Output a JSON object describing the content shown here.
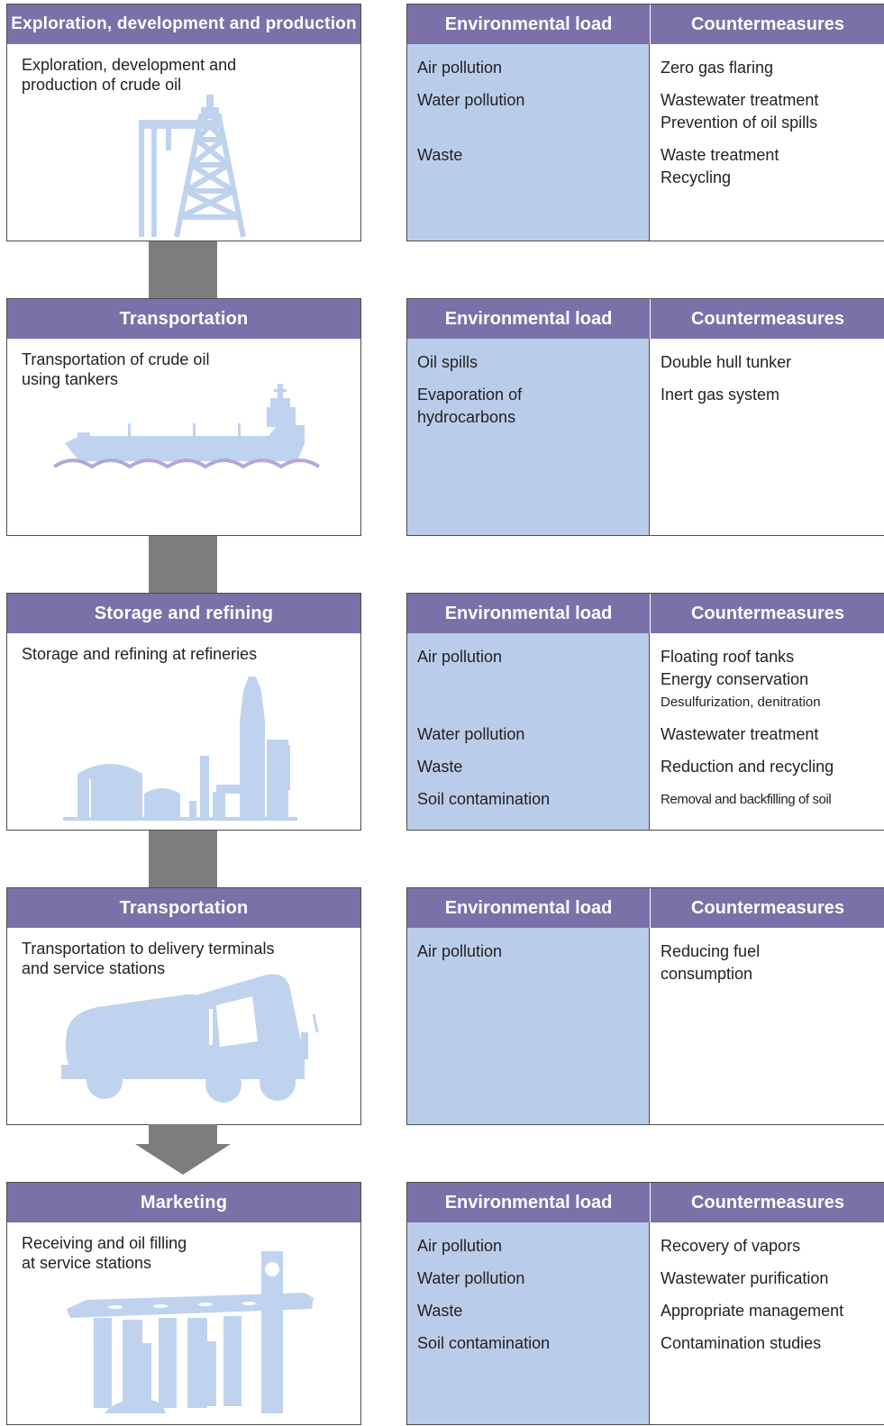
{
  "colors": {
    "header_bg": "#7b71a8",
    "header_text": "#ffffff",
    "load_column_bg": "#b9cdea",
    "illustration": "#bfd3ef",
    "wave": "#b3a9d3",
    "connector": "#7d7d7d"
  },
  "table_headers": {
    "load": "Environmental load",
    "counter": "Countermeasures"
  },
  "stages": [
    {
      "title": "Exploration, development and production",
      "description": "Exploration, development and\nproduction of crude oil",
      "icon": "oil-rig-icon",
      "load_rows": [
        {
          "load": "Air pollution",
          "counter": "Zero gas flaring"
        },
        {
          "load": "Water pollution",
          "counter": "Wastewater treatment\nPrevention of oil spills"
        },
        {
          "load": "Waste",
          "counter": "Waste treatment\nRecycling"
        }
      ]
    },
    {
      "title": "Transportation",
      "description": "Transportation of crude oil\nusing tankers",
      "icon": "tanker-ship-icon",
      "load_rows": [
        {
          "load": "Oil spills",
          "counter": "Double hull tunker"
        },
        {
          "load": "Evaporation of\nhydrocarbons",
          "counter": "Inert gas system"
        }
      ]
    },
    {
      "title": "Storage and refining",
      "description": "Storage and refining at refineries",
      "icon": "refinery-icon",
      "load_rows": [
        {
          "load": "Air pollution",
          "counter": "Floating roof tanks\nEnergy conservation",
          "counter_small": "Desulfurization, denitration"
        },
        {
          "load": "Water pollution",
          "counter": "Wastewater treatment"
        },
        {
          "load": "Waste",
          "counter": "Reduction and recycling"
        },
        {
          "load": "Soil contamination",
          "counter": "Removal and backfilling of soil"
        }
      ]
    },
    {
      "title": "Transportation",
      "description": "Transportation to delivery terminals\nand service stations",
      "icon": "tank-truck-icon",
      "load_rows": [
        {
          "load": "Air pollution",
          "counter": "Reducing fuel\nconsumption"
        }
      ]
    },
    {
      "title": "Marketing",
      "description": "Receiving and oil filling\nat service stations",
      "icon": "service-station-icon",
      "load_rows": [
        {
          "load": "Air pollution",
          "counter": "Recovery of vapors"
        },
        {
          "load": "Water pollution",
          "counter": "Wastewater purification"
        },
        {
          "load": "Waste",
          "counter": "Appropriate management"
        },
        {
          "load": "Soil contamination",
          "counter": "Contamination studies"
        }
      ]
    }
  ]
}
